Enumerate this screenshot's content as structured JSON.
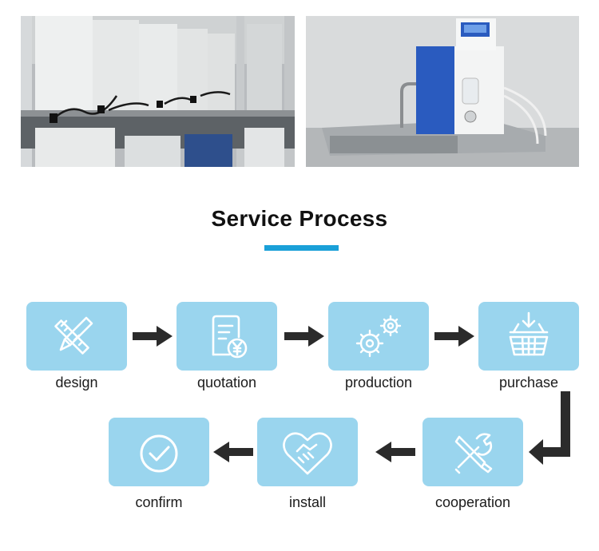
{
  "section": {
    "title": "Service Process"
  },
  "steps": [
    {
      "label": "design",
      "icon": "pencil-ruler-icon"
    },
    {
      "label": "quotation",
      "icon": "invoice-yen-icon"
    },
    {
      "label": "production",
      "icon": "gears-icon"
    },
    {
      "label": "purchase",
      "icon": "basket-icon"
    },
    {
      "label": "cooperation",
      "icon": "wrench-screwdriver-icon"
    },
    {
      "label": "install",
      "icon": "handshake-heart-icon"
    },
    {
      "label": "confirm",
      "icon": "check-circle-icon"
    }
  ],
  "colors": {
    "card": "#9ad5ee",
    "accent_bar": "#1aa0d8",
    "arrow": "#2b2b2b",
    "icon_stroke": "#ffffff"
  }
}
